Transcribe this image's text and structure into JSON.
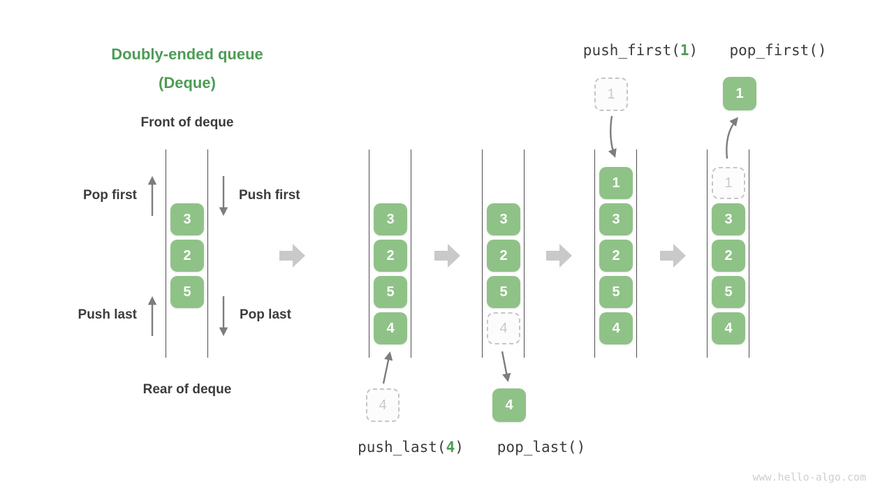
{
  "title": {
    "line1": "Doubly-ended queue",
    "line2": "(Deque)"
  },
  "labels": {
    "front": "Front of deque",
    "rear": "Rear of deque",
    "pop_first": "Pop first",
    "push_first": "Push first",
    "push_last": "Push last",
    "pop_last": "Pop last"
  },
  "ops": {
    "push_last": {
      "pre": "push_last(",
      "arg": "4",
      "post": ")"
    },
    "pop_last": {
      "text": "pop_last()"
    },
    "push_first": {
      "pre": "push_first(",
      "arg": "1",
      "post": ")"
    },
    "pop_first": {
      "text": "pop_first()"
    }
  },
  "deques": {
    "main": {
      "boxes": [
        "3",
        "2",
        "5"
      ]
    },
    "after_push_last": {
      "boxes": [
        "3",
        "2",
        "5",
        "4"
      ],
      "incoming": "4"
    },
    "after_pop_last": {
      "boxes": [
        "3",
        "2",
        "5"
      ],
      "ghost": "4",
      "outgoing": "4"
    },
    "after_push_first": {
      "boxes": [
        "1",
        "3",
        "2",
        "5",
        "4"
      ],
      "incoming": "1"
    },
    "after_pop_first": {
      "ghost": "1",
      "boxes": [
        "3",
        "2",
        "5",
        "4"
      ],
      "outgoing": "1"
    }
  },
  "watermark": "www.hello-algo.com",
  "colors": {
    "box_green": "#8FC287",
    "title_green": "#4E9C55",
    "dark_text": "#3C3C3C",
    "thin_arrow": "#7D7D7D",
    "big_arrow": "#C9C9C9",
    "channel_line": "#4D4D4D",
    "ghost_border": "#C6C6C6",
    "ghost_text": "#C9C9C9",
    "watermark": "#CFCFCF"
  }
}
